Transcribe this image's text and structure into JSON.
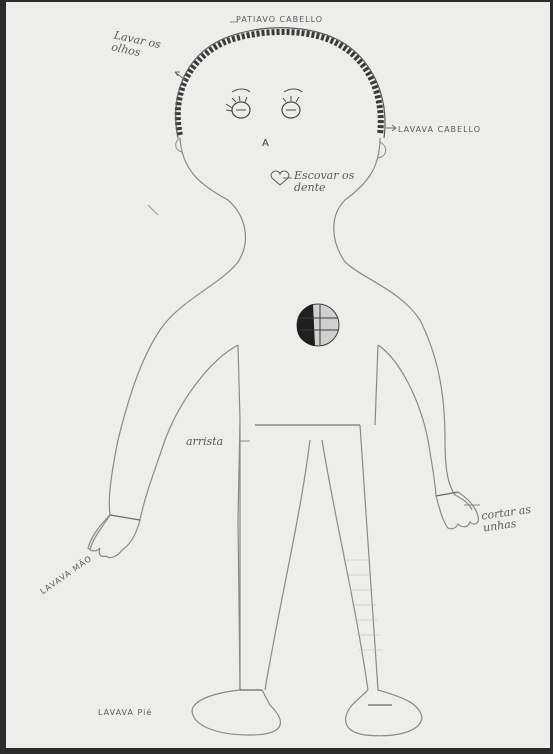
{
  "labels": {
    "top_center": "PATIAVO CABELLO",
    "top_left": "Lavar os olhos",
    "right_head": "LAVAVA CABELLO",
    "mouth": "Escovar os dente",
    "waist": "arrista",
    "right_hand": "cortar as unhas",
    "left_hand": "LAVAVA MÃO",
    "feet": "LAVAVA Pié"
  },
  "face_mark": "A",
  "colors": {
    "paper": "#ededeb",
    "background": "#2b2b2b",
    "pencil": "#8a8a8a",
    "dark_pencil": "#3a3a3a"
  }
}
